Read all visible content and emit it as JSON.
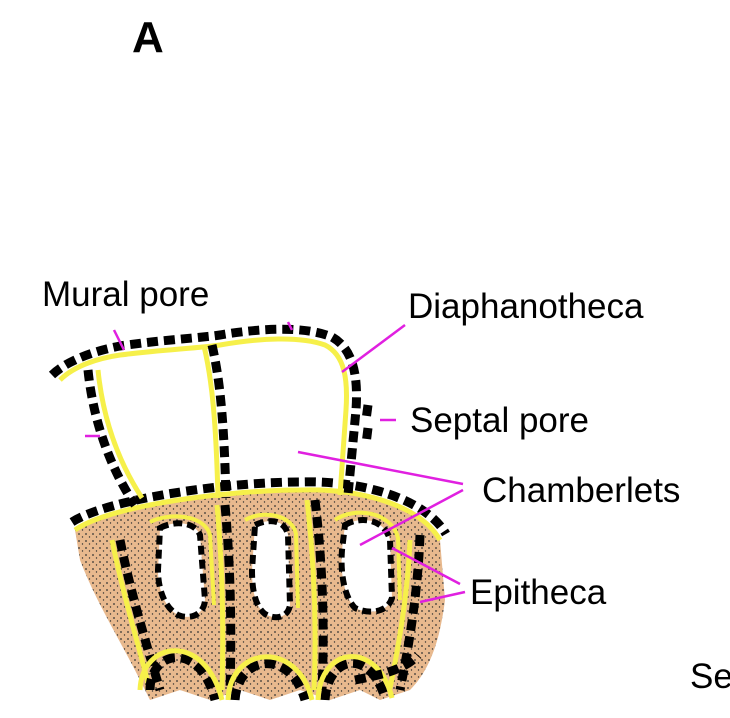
{
  "panel_letter": "A",
  "labels": {
    "mural_pore": "Mural pore",
    "diaphanotheca": "Diaphanotheca",
    "septal_pore": "Septal pore",
    "chamberlets": "Chamberlets",
    "epitheca": "Epitheca",
    "truncated_right": "Se"
  },
  "colors": {
    "leader_lines": "#e020e0",
    "wall_dark": "#000000",
    "diaphanotheca_yellow": "#f6f04a",
    "chamberlet_fill": "#e8b98e"
  }
}
